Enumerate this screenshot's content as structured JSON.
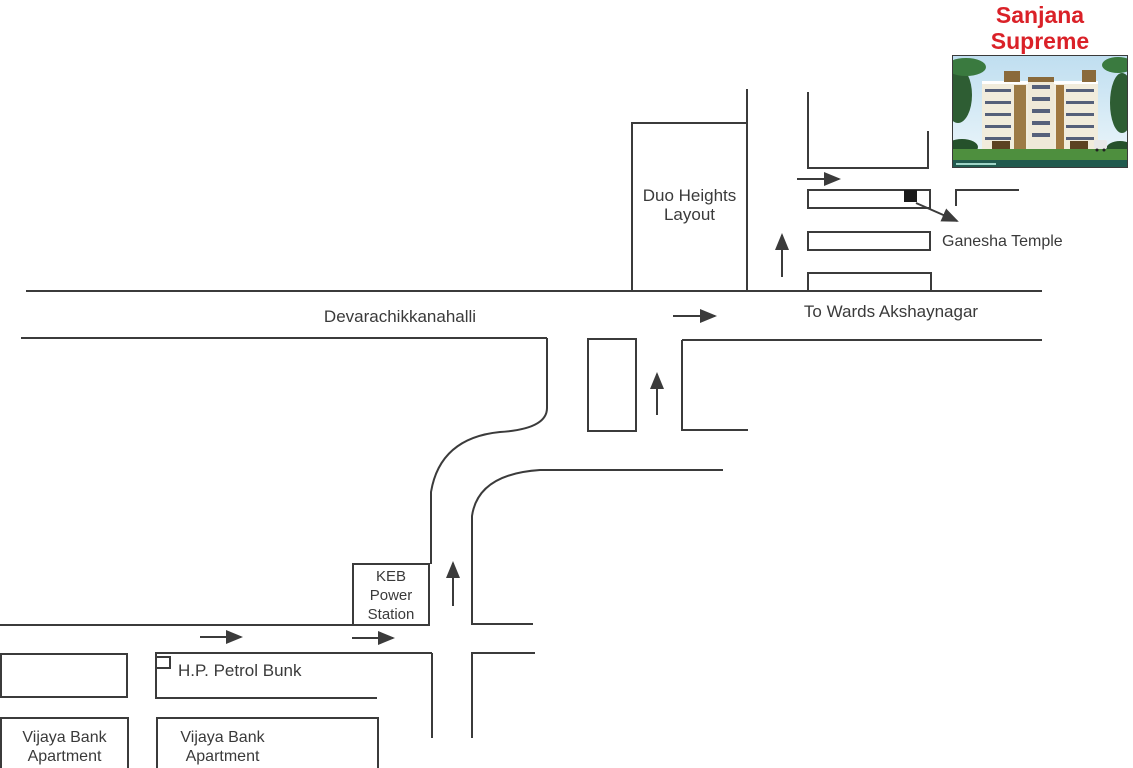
{
  "title": {
    "line1": "Sanjana",
    "line2": "Supreme",
    "color": "#da2128"
  },
  "map_labels": {
    "duo_heights": {
      "line1": "Duo Heights",
      "line2": "Layout"
    },
    "road_name": "Devarachikkanahalli",
    "direction": "To Wards Akshaynagar",
    "temple": "Ganesha Temple",
    "keb": {
      "line1": "KEB",
      "line2": "Power",
      "line3": "Station"
    },
    "petrol": "H.P. Petrol Bunk",
    "vijaya_left": {
      "line1": "Vijaya Bank",
      "line2": "Apartment"
    },
    "vijaya_right": {
      "line1": "Vijaya Bank",
      "line2": "Apartment"
    }
  },
  "colors": {
    "road_line": "#3b3b3b",
    "label_text": "#3a3a3a",
    "title_red": "#da2128",
    "site_marker": "#1a1a1a"
  }
}
